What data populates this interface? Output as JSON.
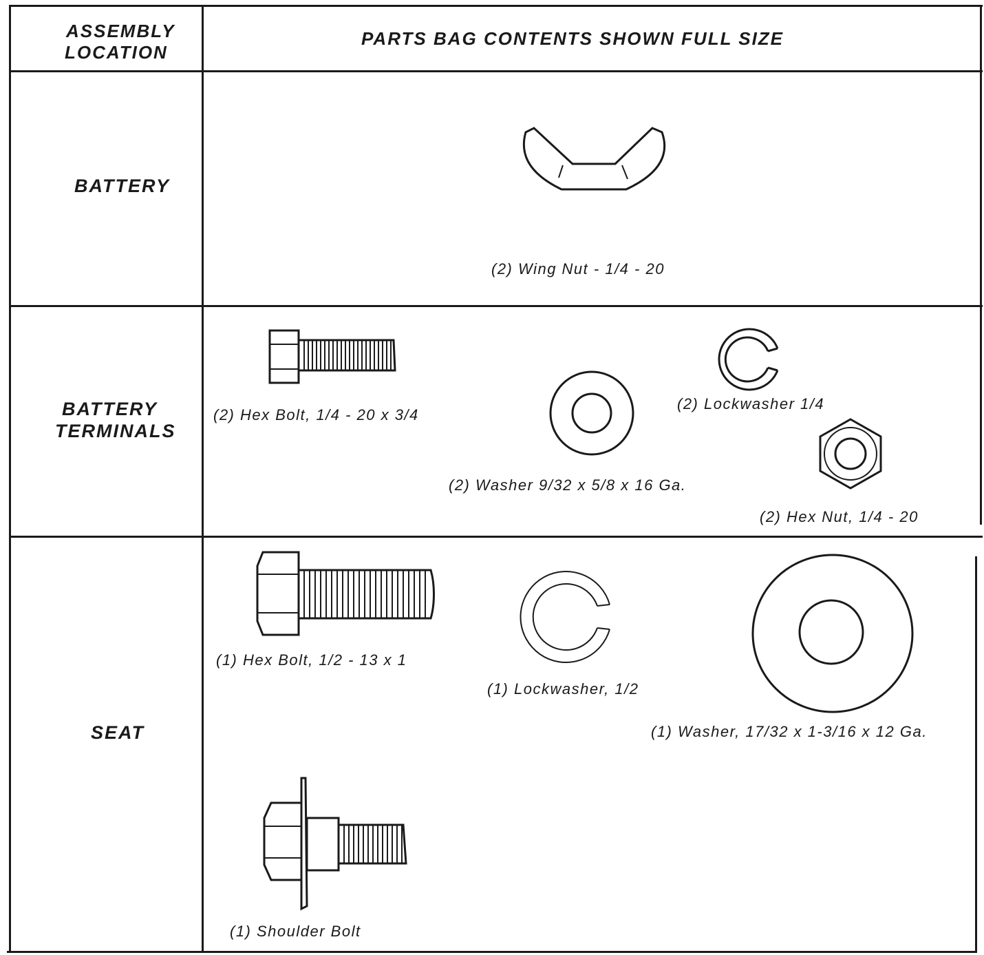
{
  "header": {
    "location_line1": "ASSEMBLY",
    "location_line2": "LOCATION",
    "contents": "PARTS BAG CONTENTS SHOWN FULL SIZE"
  },
  "rows": [
    {
      "location": [
        "BATTERY"
      ],
      "parts": [
        {
          "icon": "wing-nut-icon",
          "caption": "(2) Wing Nut - 1/4 - 20"
        }
      ]
    },
    {
      "location": [
        "BATTERY",
        "TERMINALS"
      ],
      "parts": [
        {
          "icon": "hex-bolt-icon",
          "caption": "(2) Hex Bolt, 1/4 - 20 x 3/4"
        },
        {
          "icon": "flat-washer-icon",
          "caption": "(2) Washer 9/32 x 5/8 x 16 Ga."
        },
        {
          "icon": "lockwasher-icon",
          "caption": "(2) Lockwasher 1/4"
        },
        {
          "icon": "hex-nut-icon",
          "caption": "(2) Hex Nut, 1/4 - 20"
        }
      ]
    },
    {
      "location": [
        "SEAT"
      ],
      "parts": [
        {
          "icon": "hex-bolt-icon",
          "caption": "(1) Hex Bolt, 1/2 - 13 x 1"
        },
        {
          "icon": "lockwasher-icon",
          "caption": "(1) Lockwasher, 1/2"
        },
        {
          "icon": "flat-washer-icon",
          "caption": "(1) Washer, 17/32 x 1-3/16 x 12 Ga."
        },
        {
          "icon": "shoulder-bolt-icon",
          "caption": "(1) Shoulder Bolt"
        }
      ]
    }
  ]
}
